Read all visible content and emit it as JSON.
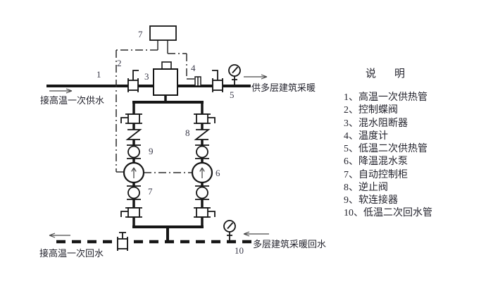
{
  "diagram": {
    "component_labels": {
      "supply_pipe": "1",
      "control_valve": "2",
      "mixing_blocker": "3",
      "thermometer": "4",
      "secondary_supply": "5",
      "pump": "6",
      "control_cabinet": "7",
      "check_valve": "8",
      "connector_upper": "9",
      "connector_lower": "7",
      "return_pipe": "10"
    },
    "texts": {
      "supply_in": "接高温一次供水",
      "supply_out": "供多层建筑采暖",
      "return_in": "接高温一次回水",
      "return_out": "多层建筑采暖回水"
    }
  },
  "legend": {
    "title": "说明",
    "items": [
      "1、高温一次供热管",
      "2、控制蝶阀",
      "3、混水阻断器",
      "4、温度计",
      "5、低温二次供热管",
      "6、降温混水泵",
      "7、自动控制柜",
      "8、逆止阀",
      "9、软连接器",
      "10、低温二次回水管"
    ]
  },
  "colors": {
    "line": "#161616",
    "label": "#3a3a4a",
    "background": "#ffffff"
  }
}
